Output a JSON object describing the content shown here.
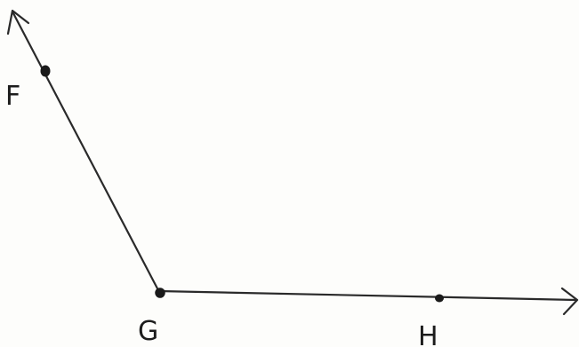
{
  "diagram": {
    "points": {
      "F": {
        "label": "F"
      },
      "G": {
        "label": "G"
      },
      "H": {
        "label": "H"
      }
    },
    "colors": {
      "ink": "#2a2a2a",
      "background": "#fdfdfb"
    }
  }
}
